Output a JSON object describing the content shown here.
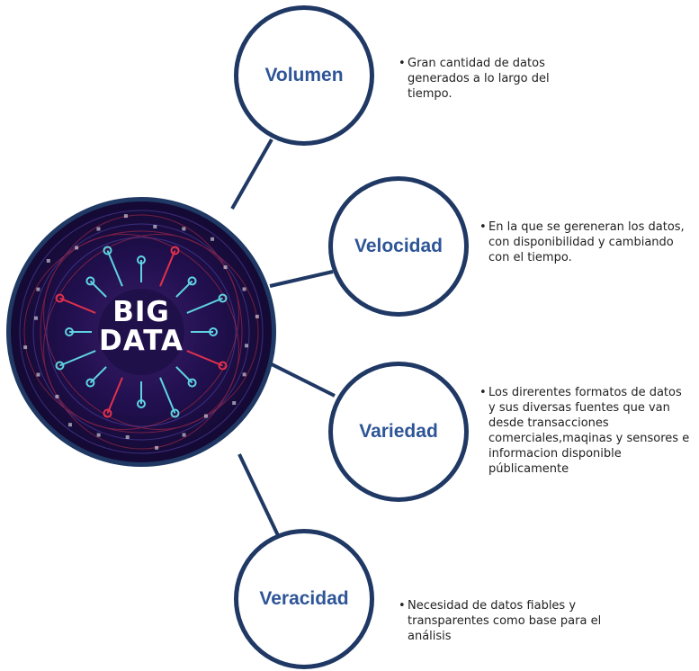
{
  "hub": {
    "line1": "BIG",
    "line2": "DATA"
  },
  "nodes": [
    {
      "label": "Volumen",
      "description": "Gran cantidad de datos generados a lo largo del tiempo."
    },
    {
      "label": "Velocidad",
      "description": "En la que se gereneran los datos, con disponibilidad y cambiando con el tiempo."
    },
    {
      "label": "Variedad",
      "description": "Los direrentes formatos de datos y sus diversas fuentes que van desde transacciones comerciales,maqinas y sensores e informacion disponible públicamente"
    },
    {
      "label": "Veracidad",
      "description": "Necesidad de datos fiables y transparentes como base para el análisis"
    }
  ],
  "bullet_char": "•",
  "colors": {
    "border": "#1f3864",
    "label": "#2e5597",
    "hub_bg": "#1a0d3e",
    "circuit_cyan": "#5fd3e0",
    "circuit_red": "#e0314c"
  }
}
